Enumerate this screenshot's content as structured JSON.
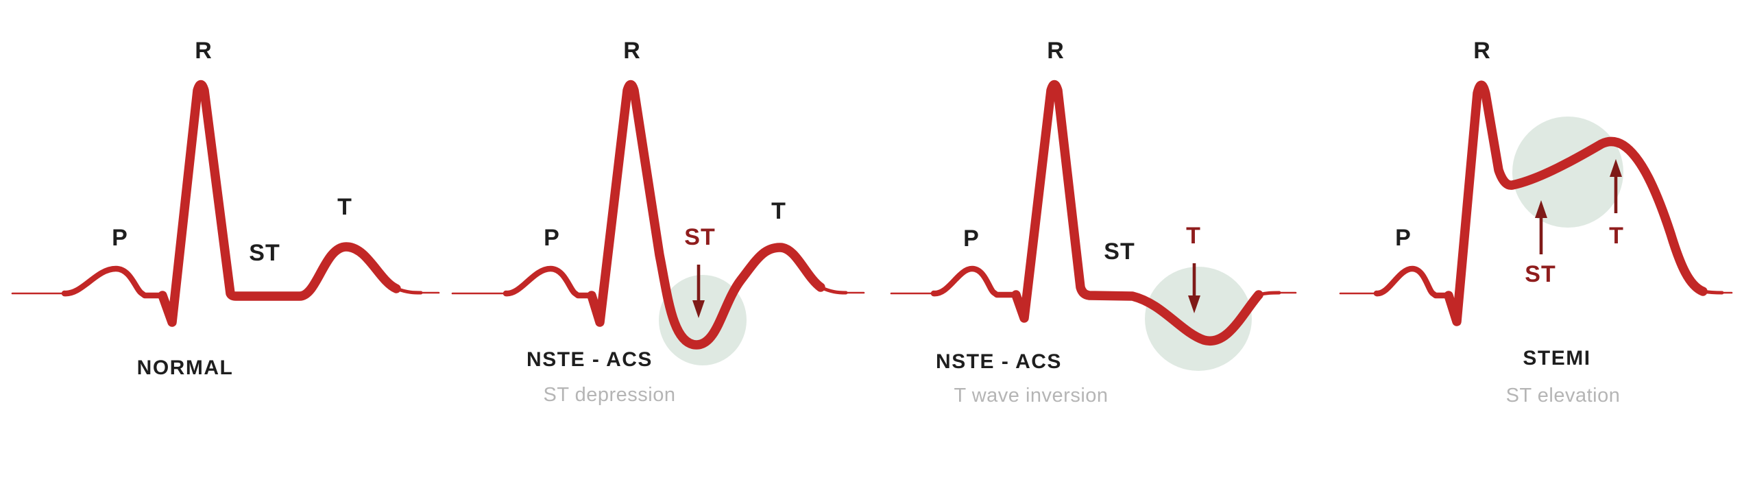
{
  "diagram": {
    "description": "ECG waveform comparison of acute coronary syndromes",
    "colors": {
      "background": "#ffffff",
      "trace_red": "#c22726",
      "annotation_dark_red": "#8f1d1d",
      "arrow_dark_red": "#7f1a18",
      "label_black": "#1e1e1e",
      "subtitle_gray": "#b5b5b5",
      "highlight_green": "#dfe9e2"
    },
    "panels": [
      {
        "condition": "NORMAL",
        "subtitle": "",
        "labels": {
          "p": "P",
          "r": "R",
          "st": "ST",
          "t": "T"
        },
        "annotations": {
          "highlight_circle": false,
          "st_arrow": null,
          "t_arrow": null
        }
      },
      {
        "condition": "NSTE - ACS",
        "subtitle": "ST depression",
        "labels": {
          "p": "P",
          "r": "R",
          "st": "ST",
          "t": "T"
        },
        "annotations": {
          "highlight_circle": true,
          "st_arrow": "down",
          "t_arrow": null
        }
      },
      {
        "condition": "NSTE - ACS",
        "subtitle": "T wave inversion",
        "labels": {
          "p": "P",
          "r": "R",
          "st": "ST",
          "t": "T"
        },
        "annotations": {
          "highlight_circle": true,
          "st_arrow": null,
          "t_arrow": "down"
        }
      },
      {
        "condition": "STEMI",
        "subtitle": "ST elevation",
        "labels": {
          "p": "P",
          "r": "R",
          "st": "ST",
          "t": "T"
        },
        "annotations": {
          "highlight_circle": true,
          "st_arrow": "up",
          "t_arrow": "up"
        }
      }
    ]
  }
}
